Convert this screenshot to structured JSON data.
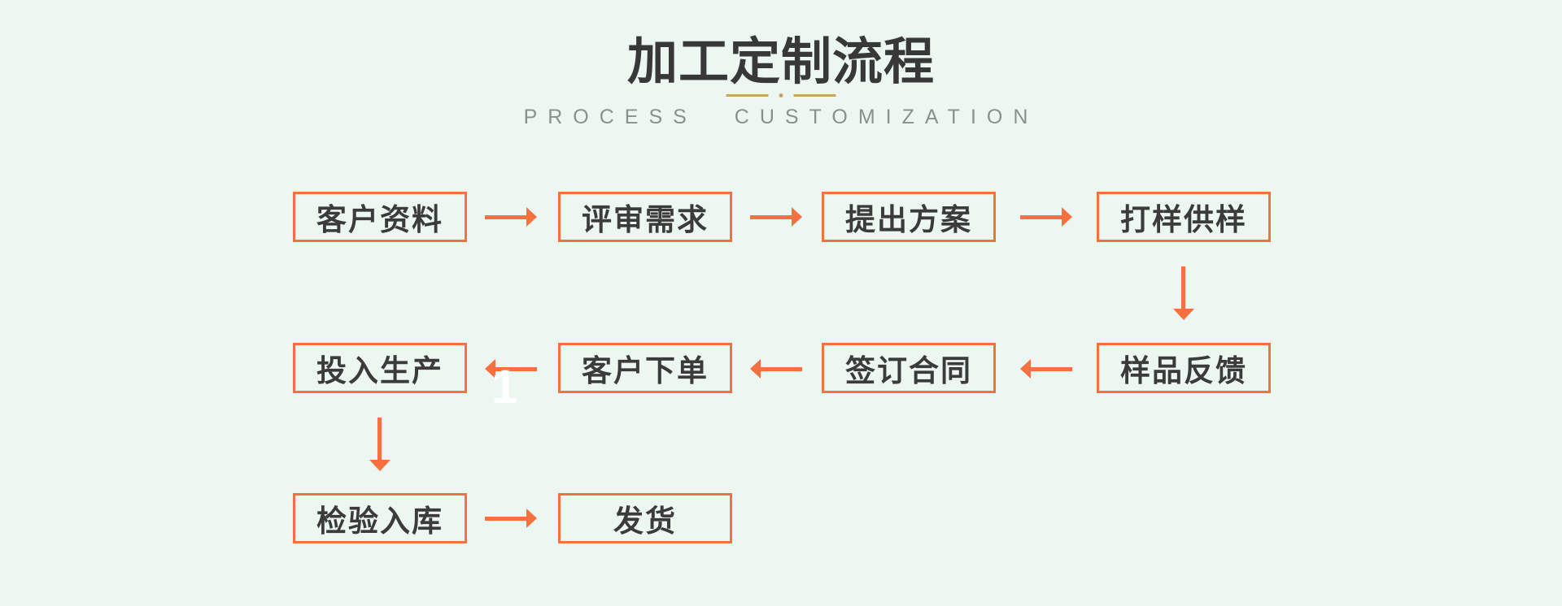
{
  "page": {
    "title": "加工定制流程",
    "subtitle": "PROCESS CUSTOMIZATION",
    "watermark": "1"
  },
  "colors": {
    "background": "#edf7f2",
    "accent_orange": "#f7703f",
    "divider_gold": "#cda265",
    "title_text": "#383838",
    "step_text": "#3b3b3b",
    "subtitle_text": "#8b908d",
    "watermark_text": "#ffffff"
  },
  "flow": {
    "steps": [
      {
        "id": "customer-info",
        "label": "客户资料"
      },
      {
        "id": "review-requirements",
        "label": "评审需求"
      },
      {
        "id": "propose-plan",
        "label": "提出方案"
      },
      {
        "id": "sampling",
        "label": "打样供样"
      },
      {
        "id": "sample-feedback",
        "label": "样品反馈"
      },
      {
        "id": "sign-contract",
        "label": "签订合同"
      },
      {
        "id": "customer-order",
        "label": "客户下单"
      },
      {
        "id": "production",
        "label": "投入生产"
      },
      {
        "id": "inspection-warehousing",
        "label": "检验入库"
      },
      {
        "id": "shipment",
        "label": "发货"
      }
    ],
    "connections": [
      {
        "from": "customer-info",
        "to": "review-requirements",
        "direction": "right"
      },
      {
        "from": "review-requirements",
        "to": "propose-plan",
        "direction": "right"
      },
      {
        "from": "propose-plan",
        "to": "sampling",
        "direction": "right"
      },
      {
        "from": "sampling",
        "to": "sample-feedback",
        "direction": "down"
      },
      {
        "from": "sample-feedback",
        "to": "sign-contract",
        "direction": "left"
      },
      {
        "from": "sign-contract",
        "to": "customer-order",
        "direction": "left"
      },
      {
        "from": "customer-order",
        "to": "production",
        "direction": "left"
      },
      {
        "from": "production",
        "to": "inspection-warehousing",
        "direction": "down"
      },
      {
        "from": "inspection-warehousing",
        "to": "shipment",
        "direction": "right"
      }
    ]
  }
}
